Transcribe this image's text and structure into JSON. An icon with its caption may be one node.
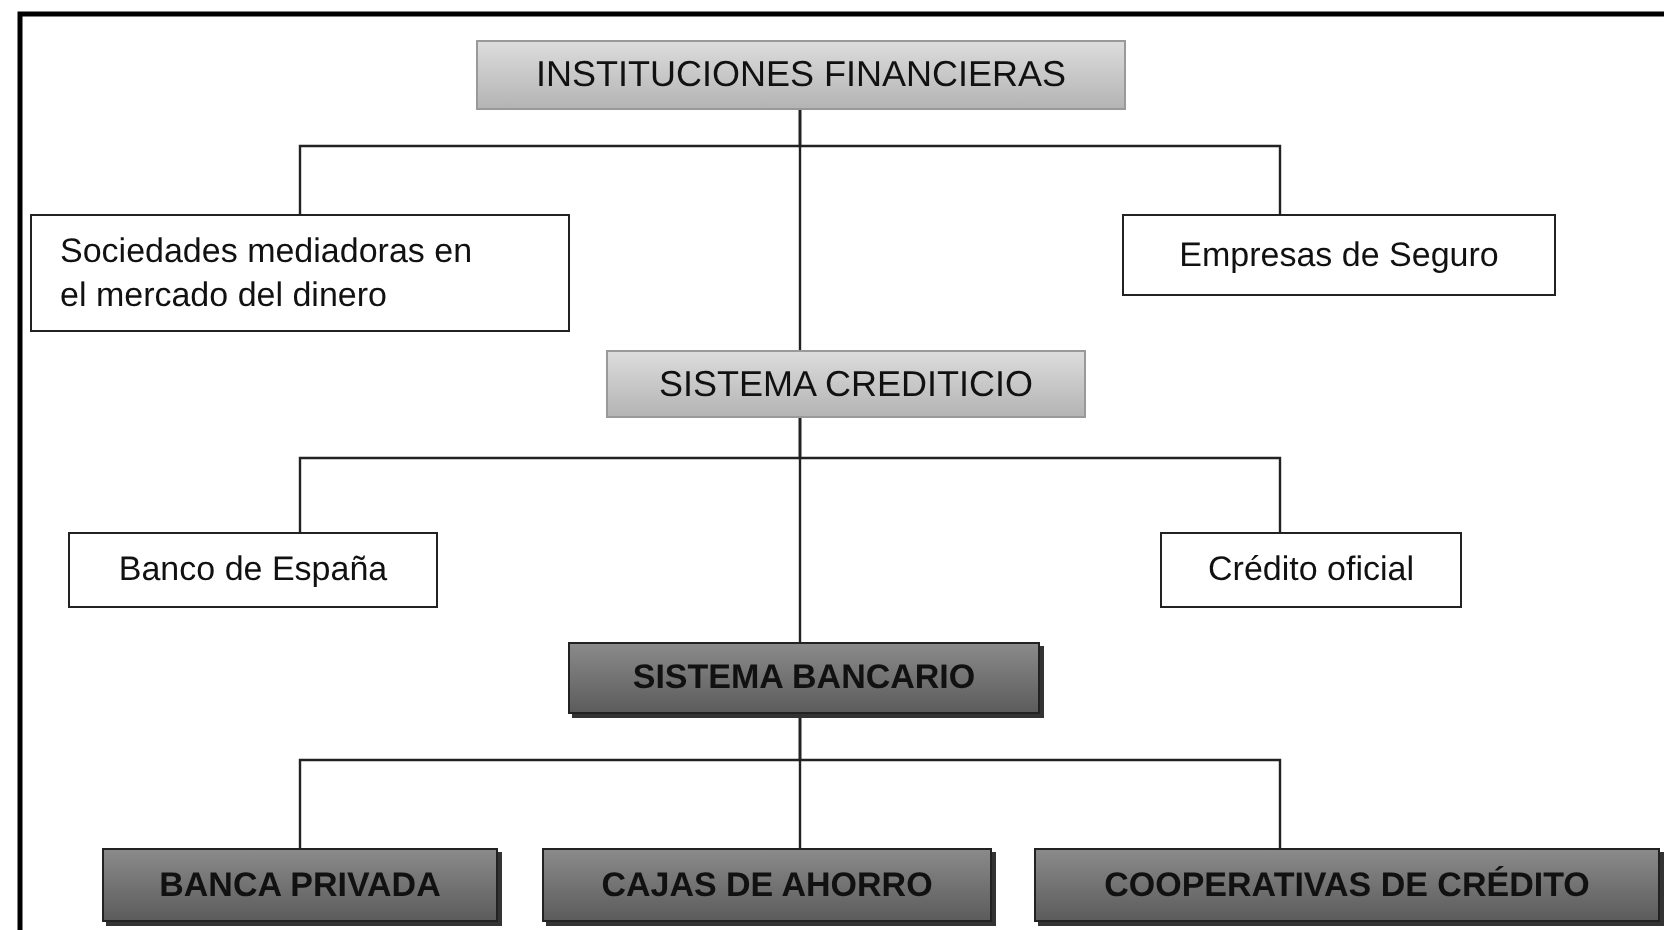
{
  "diagram": {
    "nodes": [
      {
        "text": [
          "INSTITUCIONES FINANCIERAS"
        ]
      },
      {
        "text": [
          "Sociedades mediadoras en el mercado del dinero"
        ]
      },
      {
        "text": [
          "Empresas de Seguro"
        ]
      },
      {
        "text": [
          "SISTEMA CREDITICIO"
        ]
      },
      {
        "text": [
          "Banco de España"
        ]
      },
      {
        "text": [
          "Crédito oficial"
        ]
      },
      {
        "text": [
          "SISTEMA BANCARIO"
        ]
      },
      {
        "text": [
          "BANCA PRIVADA"
        ]
      },
      {
        "text": [
          "CAJAS DE AHORRO"
        ]
      },
      {
        "text": [
          "COOPERATIVAS DE CRÉDITO"
        ]
      }
    ],
    "edges": [
      {
        "from": 0,
        "to": 1,
        "arrow": "none"
      },
      {
        "from": 0,
        "to": 2,
        "arrow": "none"
      },
      {
        "from": 0,
        "to": 3,
        "arrow": "none"
      },
      {
        "from": 3,
        "to": 4,
        "arrow": "none"
      },
      {
        "from": 3,
        "to": 5,
        "arrow": "none"
      },
      {
        "from": 3,
        "to": 6,
        "arrow": "none"
      },
      {
        "from": 6,
        "to": 7,
        "arrow": "none"
      },
      {
        "from": 6,
        "to": 8,
        "arrow": "none"
      },
      {
        "from": 6,
        "to": 9,
        "arrow": "none"
      }
    ]
  }
}
